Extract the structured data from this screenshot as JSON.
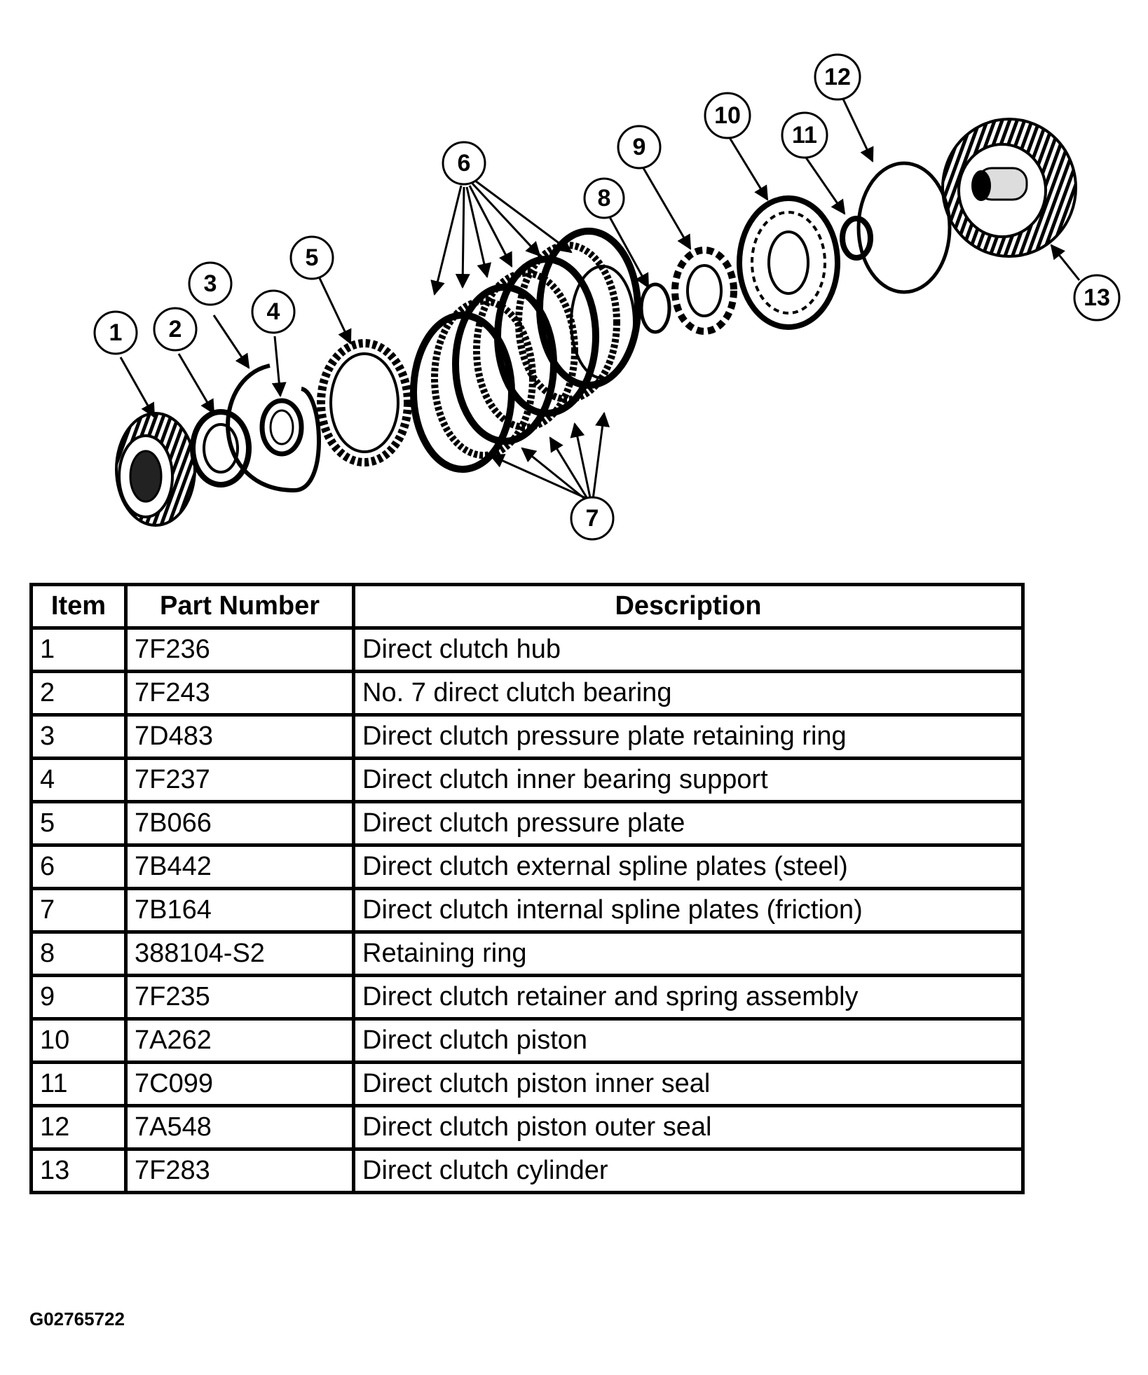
{
  "diagram": {
    "callouts": [
      {
        "label": "1"
      },
      {
        "label": "2"
      },
      {
        "label": "3"
      },
      {
        "label": "4"
      },
      {
        "label": "5"
      },
      {
        "label": "6"
      },
      {
        "label": "7"
      },
      {
        "label": "8"
      },
      {
        "label": "9"
      },
      {
        "label": "10"
      },
      {
        "label": "11"
      },
      {
        "label": "12"
      },
      {
        "label": "13"
      }
    ]
  },
  "table": {
    "headers": [
      "Item",
      "Part Number",
      "Description"
    ],
    "rows": [
      [
        "1",
        "7F236",
        "Direct clutch hub"
      ],
      [
        "2",
        "7F243",
        "No. 7 direct clutch bearing"
      ],
      [
        "3",
        "7D483",
        "Direct clutch pressure plate retaining ring"
      ],
      [
        "4",
        "7F237",
        "Direct clutch inner bearing support"
      ],
      [
        "5",
        "7B066",
        "Direct clutch pressure plate"
      ],
      [
        "6",
        "7B442",
        "Direct clutch external spline plates (steel)"
      ],
      [
        "7",
        "7B164",
        "Direct clutch internal spline plates (friction)"
      ],
      [
        "8",
        "388104-S2",
        "Retaining ring"
      ],
      [
        "9",
        "7F235",
        "Direct clutch retainer and spring assembly"
      ],
      [
        "10",
        "7A262",
        "Direct clutch piston"
      ],
      [
        "11",
        "7C099",
        "Direct clutch piston inner seal"
      ],
      [
        "12",
        "7A548",
        "Direct clutch piston outer seal"
      ],
      [
        "13",
        "7F283",
        "Direct clutch cylinder"
      ]
    ]
  },
  "figure_id": "G02765722"
}
